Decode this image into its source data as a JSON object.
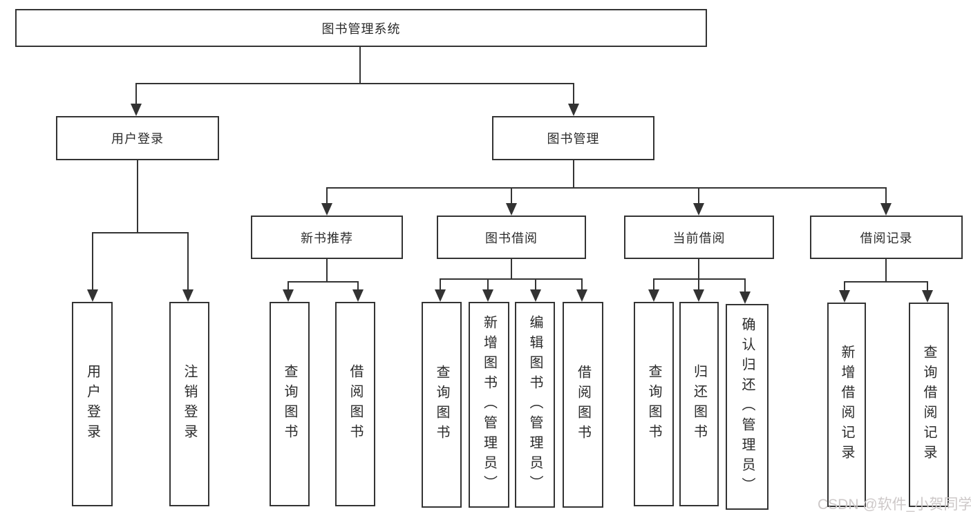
{
  "diagram": {
    "title_node": "图书管理系统",
    "level2": [
      {
        "label": "用户登录"
      },
      {
        "label": "图书管理"
      }
    ],
    "level3": [
      {
        "label": "新书推荐"
      },
      {
        "label": "图书借阅"
      },
      {
        "label": "当前借阅"
      },
      {
        "label": "借阅记录"
      }
    ],
    "leaves": {
      "login": [
        "用户登录",
        "注销登录"
      ],
      "recommend": [
        "查询图书",
        "借阅图书"
      ],
      "borrow": [
        "查询图书",
        "新增图书（管理员）",
        "编辑图书（管理员）",
        "借阅图书"
      ],
      "current": [
        "查询图书",
        "归还图书",
        "确认归还（管理员）"
      ],
      "records": [
        "新增借阅记录",
        "查询借阅记录"
      ]
    },
    "watermark": "CSDN @软件_小贺同学",
    "colors": {
      "line": "#333333",
      "text": "#2b2b2b",
      "background": "#ffffff",
      "watermark": "#cdc8c8"
    }
  }
}
